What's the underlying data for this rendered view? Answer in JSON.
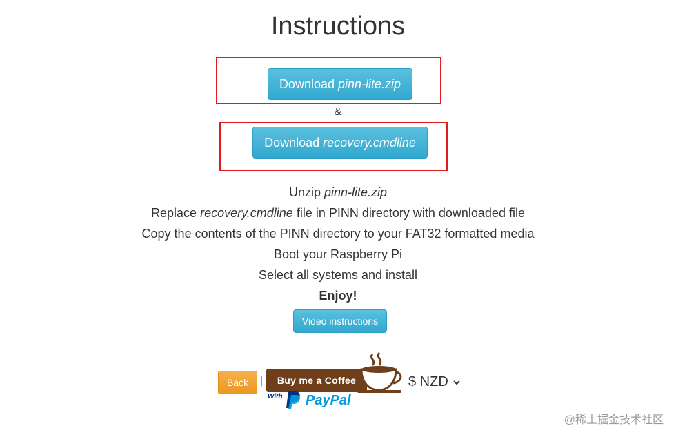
{
  "page": {
    "title": "Instructions"
  },
  "downloads": {
    "zip": {
      "prefix": "Download",
      "file": "pinn-lite.zip"
    },
    "separator": "&",
    "cmdline": {
      "prefix": "Download",
      "file": "recovery.cmdline"
    }
  },
  "steps": {
    "unzip_prefix": "Unzip",
    "unzip_file": "pinn-lite.zip",
    "replace_prefix": "Replace",
    "replace_file": "recovery.cmdline",
    "replace_suffix": "file in PINN directory with downloaded file",
    "copy": "Copy the contents of the PINN directory to your FAT32 formatted media",
    "boot": "Boot your Raspberry Pi",
    "select": "Select all systems and install",
    "enjoy": "Enjoy!"
  },
  "video_button": "Video instructions",
  "footer": {
    "back_label": "Back",
    "separator": "|",
    "coffee_label": "Buy me a Coffee",
    "with_label": "With",
    "paypal_label": "PayPal",
    "currency": "$ NZD"
  },
  "watermark": "@稀土掘金技术社区",
  "icons": [
    "coffee-cup-icon",
    "paypal-logo-icon",
    "chevron-down-icon"
  ],
  "colors": {
    "highlight": "#e11a1a",
    "info_button": "#5bc0de",
    "back_button": "#f0ad4e",
    "coffee": "#6f3f1c",
    "paypal_dark": "#003087",
    "paypal_light": "#009cde"
  }
}
